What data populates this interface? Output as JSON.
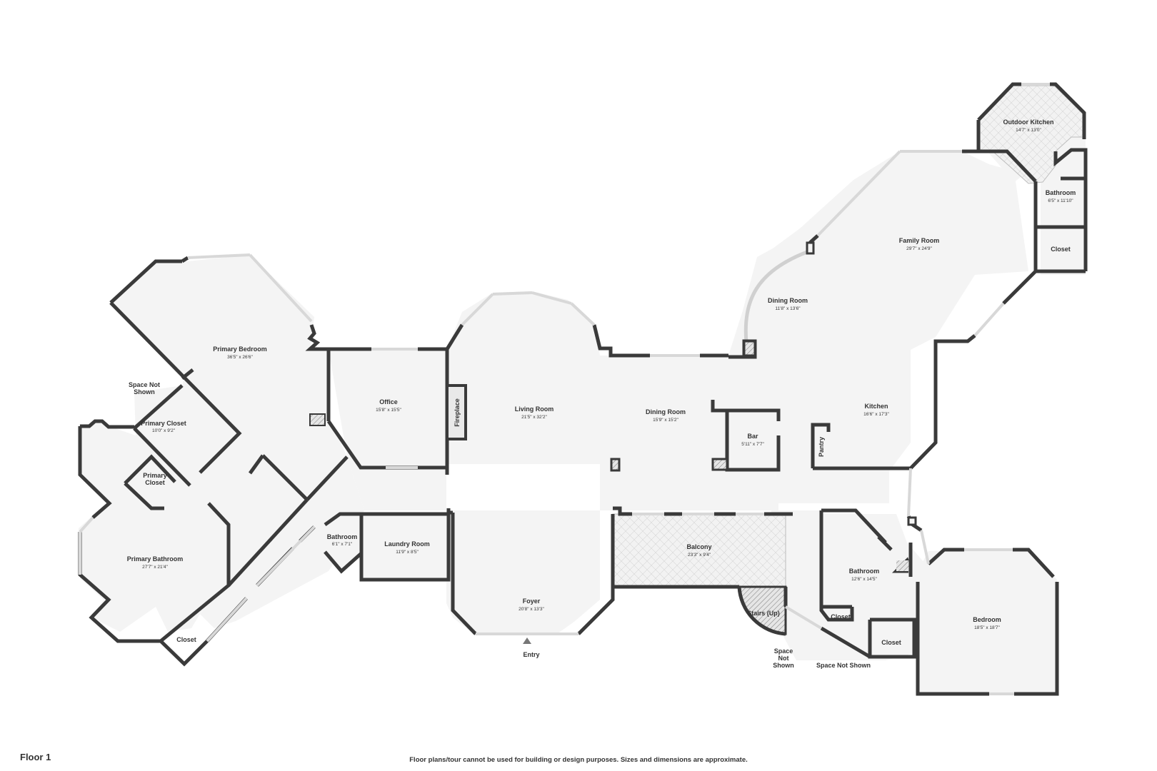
{
  "floor_label": "Floor 1",
  "disclaimer": "Floor plans/tour cannot be used for building or design purposes. Sizes and dimensions are approximate.",
  "rooms": {
    "outdoor_kitchen": {
      "name": "Outdoor Kitchen",
      "dim": "14'7\" x 13'0\""
    },
    "bathroom_ne": {
      "name": "Bathroom",
      "dim": "6'5\" x 11'10\""
    },
    "closet_ne": {
      "name": "Closet"
    },
    "family_room": {
      "name": "Family Room",
      "dim": "29'7\" x 24'9\""
    },
    "dining_room_round": {
      "name": "Dining Room",
      "dim": "11'8\" x 13'6\""
    },
    "primary_bedroom": {
      "name": "Primary Bedroom",
      "dim": "36'5\" x 26'6\""
    },
    "space_not_shown_w": {
      "line1": "Space Not",
      "line2": "Shown"
    },
    "primary_closet_1": {
      "name": "Primary Closet",
      "dim": "10'0\" x 9'2\""
    },
    "primary_closet_2": {
      "line1": "Primary",
      "line2": "Closet"
    },
    "office": {
      "name": "Office",
      "dim": "15'8\" x 15'5\""
    },
    "fireplace": {
      "name": "Fireplace"
    },
    "living_room": {
      "name": "Living Room",
      "dim": "21'5\" x 32'2\""
    },
    "dining_room": {
      "name": "Dining Room",
      "dim": "15'9\" x 15'2\""
    },
    "bar": {
      "name": "Bar",
      "dim": "5'11\" x 7'7\""
    },
    "kitchen": {
      "name": "Kitchen",
      "dim": "16'6\" x 17'3\""
    },
    "pantry": {
      "name": "Pantry"
    },
    "primary_bathroom": {
      "name": "Primary Bathroom",
      "dim": "27'7\" x 21'4\""
    },
    "closet_sw": {
      "name": "Closet"
    },
    "bathroom_small": {
      "name": "Bathroom",
      "dim": "6'1\" x 7'1\""
    },
    "laundry_room": {
      "name": "Laundry Room",
      "dim": "11'9\" x 8'5\""
    },
    "foyer": {
      "name": "Foyer",
      "dim": "20'8\" x 13'3\""
    },
    "entry": {
      "name": "Entry"
    },
    "balcony": {
      "name": "Balcony",
      "dim": "23'3\" x 9'4\""
    },
    "stairs": {
      "name": "Stairs (Up)"
    },
    "bathroom_se": {
      "name": "Bathroom",
      "dim": "12'6\" x 14'5\""
    },
    "closet_se_1": {
      "name": "Closet"
    },
    "closet_se_2": {
      "name": "Closet"
    },
    "bedroom": {
      "name": "Bedroom",
      "dim": "18'5\" x 18'7\""
    },
    "space_not_shown_s": {
      "line1": "Space",
      "line2": "Not",
      "line3": "Shown"
    },
    "space_not_shown_se": {
      "name": "Space Not Shown"
    }
  }
}
